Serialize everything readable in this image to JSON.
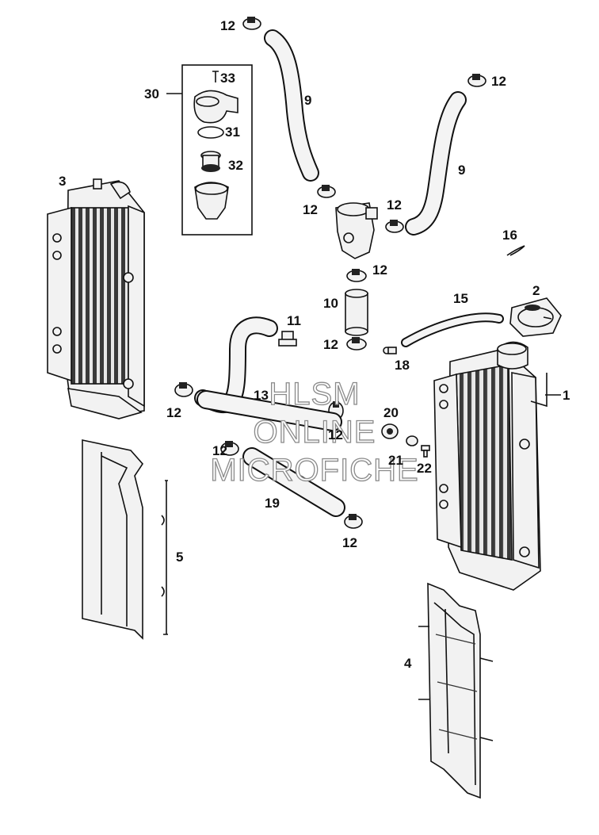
{
  "labels": {
    "l1": "1",
    "l2": "2",
    "l3": "3",
    "l4": "4",
    "l5": "5",
    "l9a": "9",
    "l9b": "9",
    "l10": "10",
    "l11": "11",
    "l12": "12",
    "l13": "13",
    "l15": "15",
    "l16": "16",
    "l18": "18",
    "l19": "19",
    "l20": "20",
    "l21": "21",
    "l22": "22",
    "l30": "30",
    "l31": "31",
    "l32": "32",
    "l33": "33"
  },
  "watermark": {
    "line1": "HLSM",
    "line2": "ONLINE",
    "line3": "MICROFICHE"
  }
}
